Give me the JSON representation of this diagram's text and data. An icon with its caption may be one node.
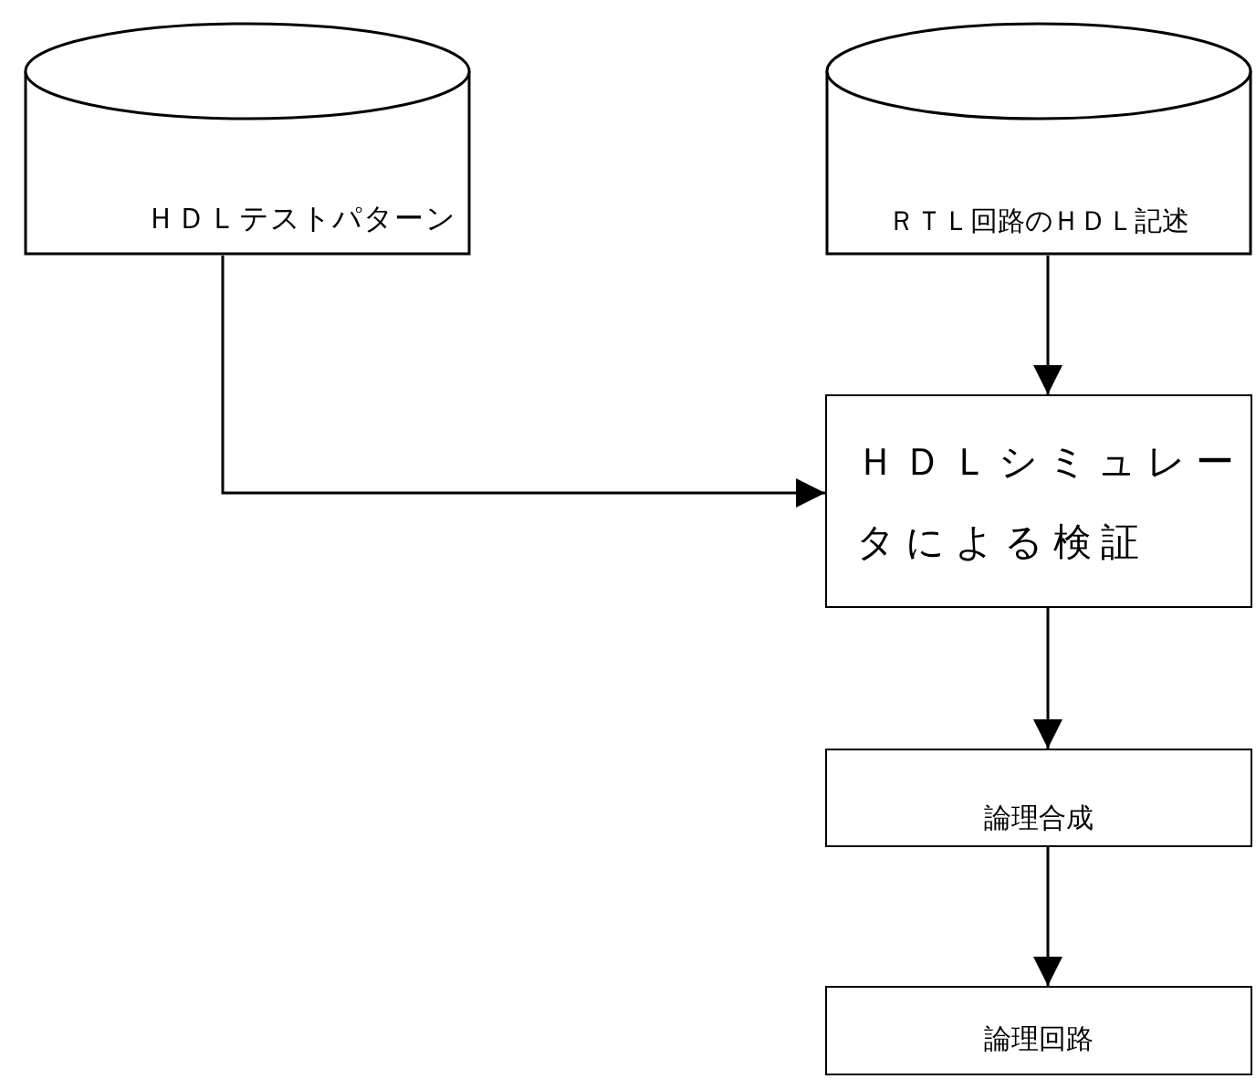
{
  "diagram": {
    "nodes": [
      {
        "text": [
          "ＨＤＬテストパターン"
        ]
      },
      {
        "text": [
          "ＲＴＬ回路のＨＤＬ記述"
        ]
      },
      {
        "text": [
          "ＨＤＬシミュレータによる検証"
        ]
      },
      {
        "text": [
          "論理合成"
        ]
      },
      {
        "text": [
          "論理回路"
        ]
      }
    ],
    "edges": [
      {
        "from": 0,
        "to": 2,
        "arrow": "to"
      },
      {
        "from": 1,
        "to": 2,
        "arrow": "to"
      },
      {
        "from": 2,
        "to": 3,
        "arrow": "to"
      },
      {
        "from": 3,
        "to": 4,
        "arrow": "to"
      }
    ]
  }
}
